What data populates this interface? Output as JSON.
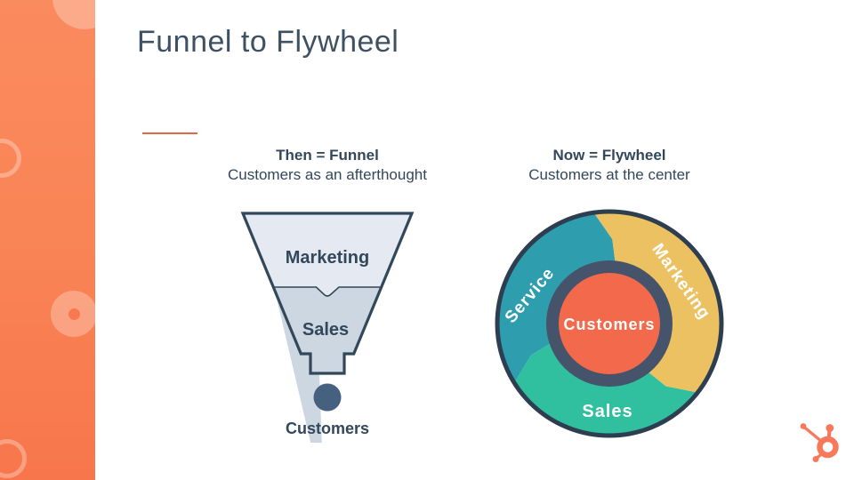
{
  "slide": {
    "title": "Funnel to Flywheel",
    "accent_rule_color": "#e0694a",
    "text_color": "#33475b",
    "funnel_column": {
      "heading": "Then = Funnel",
      "subheading": "Customers as an afterthought",
      "stages": [
        "Marketing",
        "Sales"
      ],
      "outcome_label": "Customers",
      "stage_fills": [
        "#e5e9f2",
        "#cdd7e1"
      ],
      "outline_color": "#33475b",
      "outcome_dot_color": "#45617f"
    },
    "flywheel_column": {
      "heading": "Now = Flywheel",
      "subheading": "Customers at the center",
      "segments": [
        {
          "label": "Service",
          "color": "#2e9dae"
        },
        {
          "label": "Marketing",
          "color": "#ecc161"
        },
        {
          "label": "Sales",
          "color": "#30bf9f"
        }
      ],
      "center_label": "Customers",
      "center_color": "#f3694c",
      "ring_color": "#45536b",
      "rim_color": "#2d3e50"
    },
    "branding": {
      "logo": "hubspot-sprocket-icon",
      "logo_color": "#f8795a"
    },
    "sidebar_colors": {
      "top": "#fa8b5e",
      "bottom": "#f8764c"
    }
  }
}
